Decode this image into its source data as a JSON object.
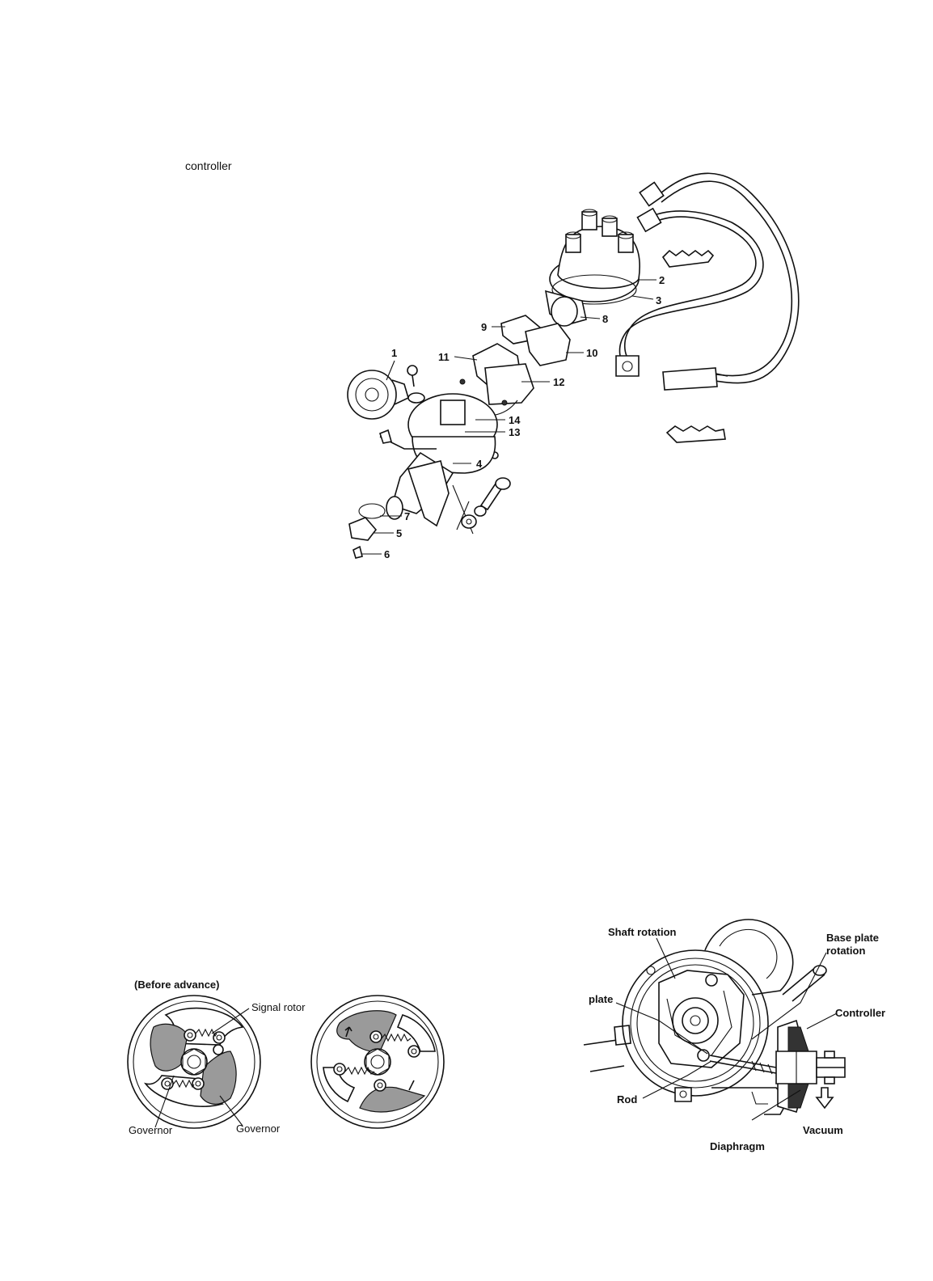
{
  "page": {
    "header_word": "controller"
  },
  "exploded_view": {
    "part_numbers": [
      "1",
      "2",
      "3",
      "4",
      "5",
      "6",
      "7",
      "8",
      "9",
      "10",
      "11",
      "12",
      "13",
      "14"
    ]
  },
  "governor_diagram": {
    "caption": "(Before advance)",
    "labels": {
      "signal_rotor": "Signal rotor",
      "governor_left": "Governor",
      "governor_right": "Governor"
    }
  },
  "vacuum_diagram": {
    "labels": {
      "shaft_rotation": "Shaft rotation",
      "base_plate_rotation_1": "Base plate",
      "base_plate_rotation_2": "rotation",
      "plate": "plate",
      "controller": "Controller",
      "rod": "Rod",
      "vacuum": "Vacuum",
      "diaphragm": "Diaphragm"
    }
  }
}
